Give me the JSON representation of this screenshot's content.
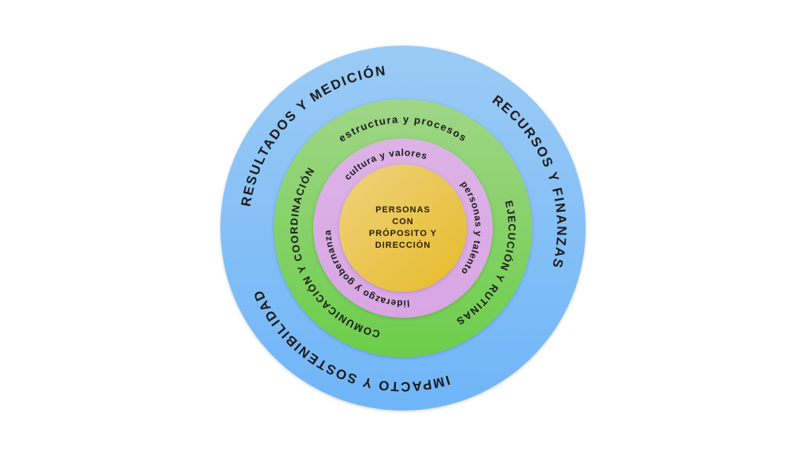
{
  "diagram": {
    "core": {
      "lines": [
        "PERSONAS",
        "CON",
        "PRÓPOSITO Y",
        "DIRECCIÓN"
      ]
    },
    "inner_ring": [
      "cultura y valores",
      "personas y talento",
      "liderazgo y gobernanza"
    ],
    "middle_ring": [
      "estructura y procesos",
      "EJECUCIÓN Y RUTINAS",
      "COMUNICACIÓN Y COORDINACIÓN"
    ],
    "outer_ring": [
      "RESULTADOS Y MEDICIÓN",
      "RECURSOS Y FINANZAS",
      "IMPACTO Y SOSTENIBILIDAD"
    ],
    "colors": {
      "outer": "#86c0f6",
      "middle": "#86d162",
      "inner": "#dcade6",
      "core": "#ebc34a"
    }
  }
}
